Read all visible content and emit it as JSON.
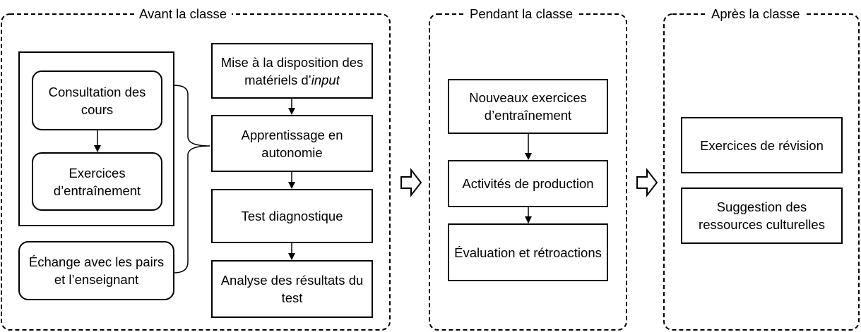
{
  "phases": {
    "before": {
      "title": "Avant la classe",
      "consultation": "Consultation des cours",
      "exercices": "Exercices d’entraînement",
      "echange": "Échange avec les pairs et l’enseignant",
      "mise_prefix": "Mise à la disposition des matériels d’",
      "mise_italic": "input",
      "apprentissage": "Apprentissage en autonomie",
      "test": "Test diagnostique",
      "analyse": "Analyse des résultats du test"
    },
    "during": {
      "title": "Pendant la classe",
      "nouveaux": "Nouveaux exercices d’entraînement",
      "activites": "Activités de production",
      "evaluation": "Évaluation et rétroactions"
    },
    "after": {
      "title": "Après la classe",
      "revision": "Exercices de révision",
      "suggestion": "Suggestion des ressources culturelles"
    }
  }
}
